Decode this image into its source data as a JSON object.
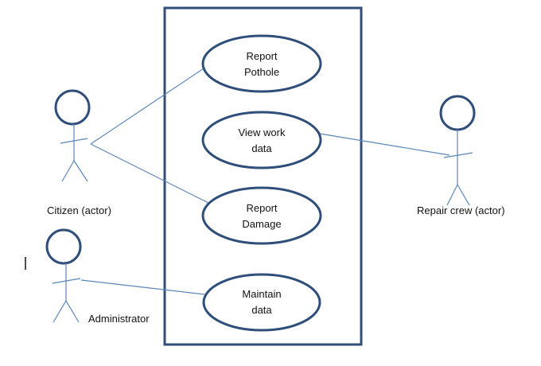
{
  "colors": {
    "stroke": "#2f4f7a",
    "line": "#5b86b8",
    "text": "#111111",
    "background": "#ffffff"
  },
  "use_cases": [
    {
      "id": "report-pothole",
      "lines": [
        "Report",
        "Pothole"
      ]
    },
    {
      "id": "view-work-data",
      "lines": [
        "View work",
        "data"
      ]
    },
    {
      "id": "report-damage",
      "lines": [
        "Report",
        "Damage"
      ]
    },
    {
      "id": "maintain-data",
      "lines": [
        "Maintain",
        "data"
      ]
    }
  ],
  "actors": [
    {
      "id": "citizen",
      "label": "Citizen (actor)"
    },
    {
      "id": "repair-crew",
      "label": "Repair crew (actor)"
    },
    {
      "id": "administrator",
      "label": "Administrator"
    }
  ],
  "associations": [
    {
      "actor": "citizen",
      "use_case": "report-pothole"
    },
    {
      "actor": "citizen",
      "use_case": "report-damage"
    },
    {
      "actor": "repair-crew",
      "use_case": "view-work-data"
    },
    {
      "actor": "administrator",
      "use_case": "maintain-data"
    }
  ]
}
